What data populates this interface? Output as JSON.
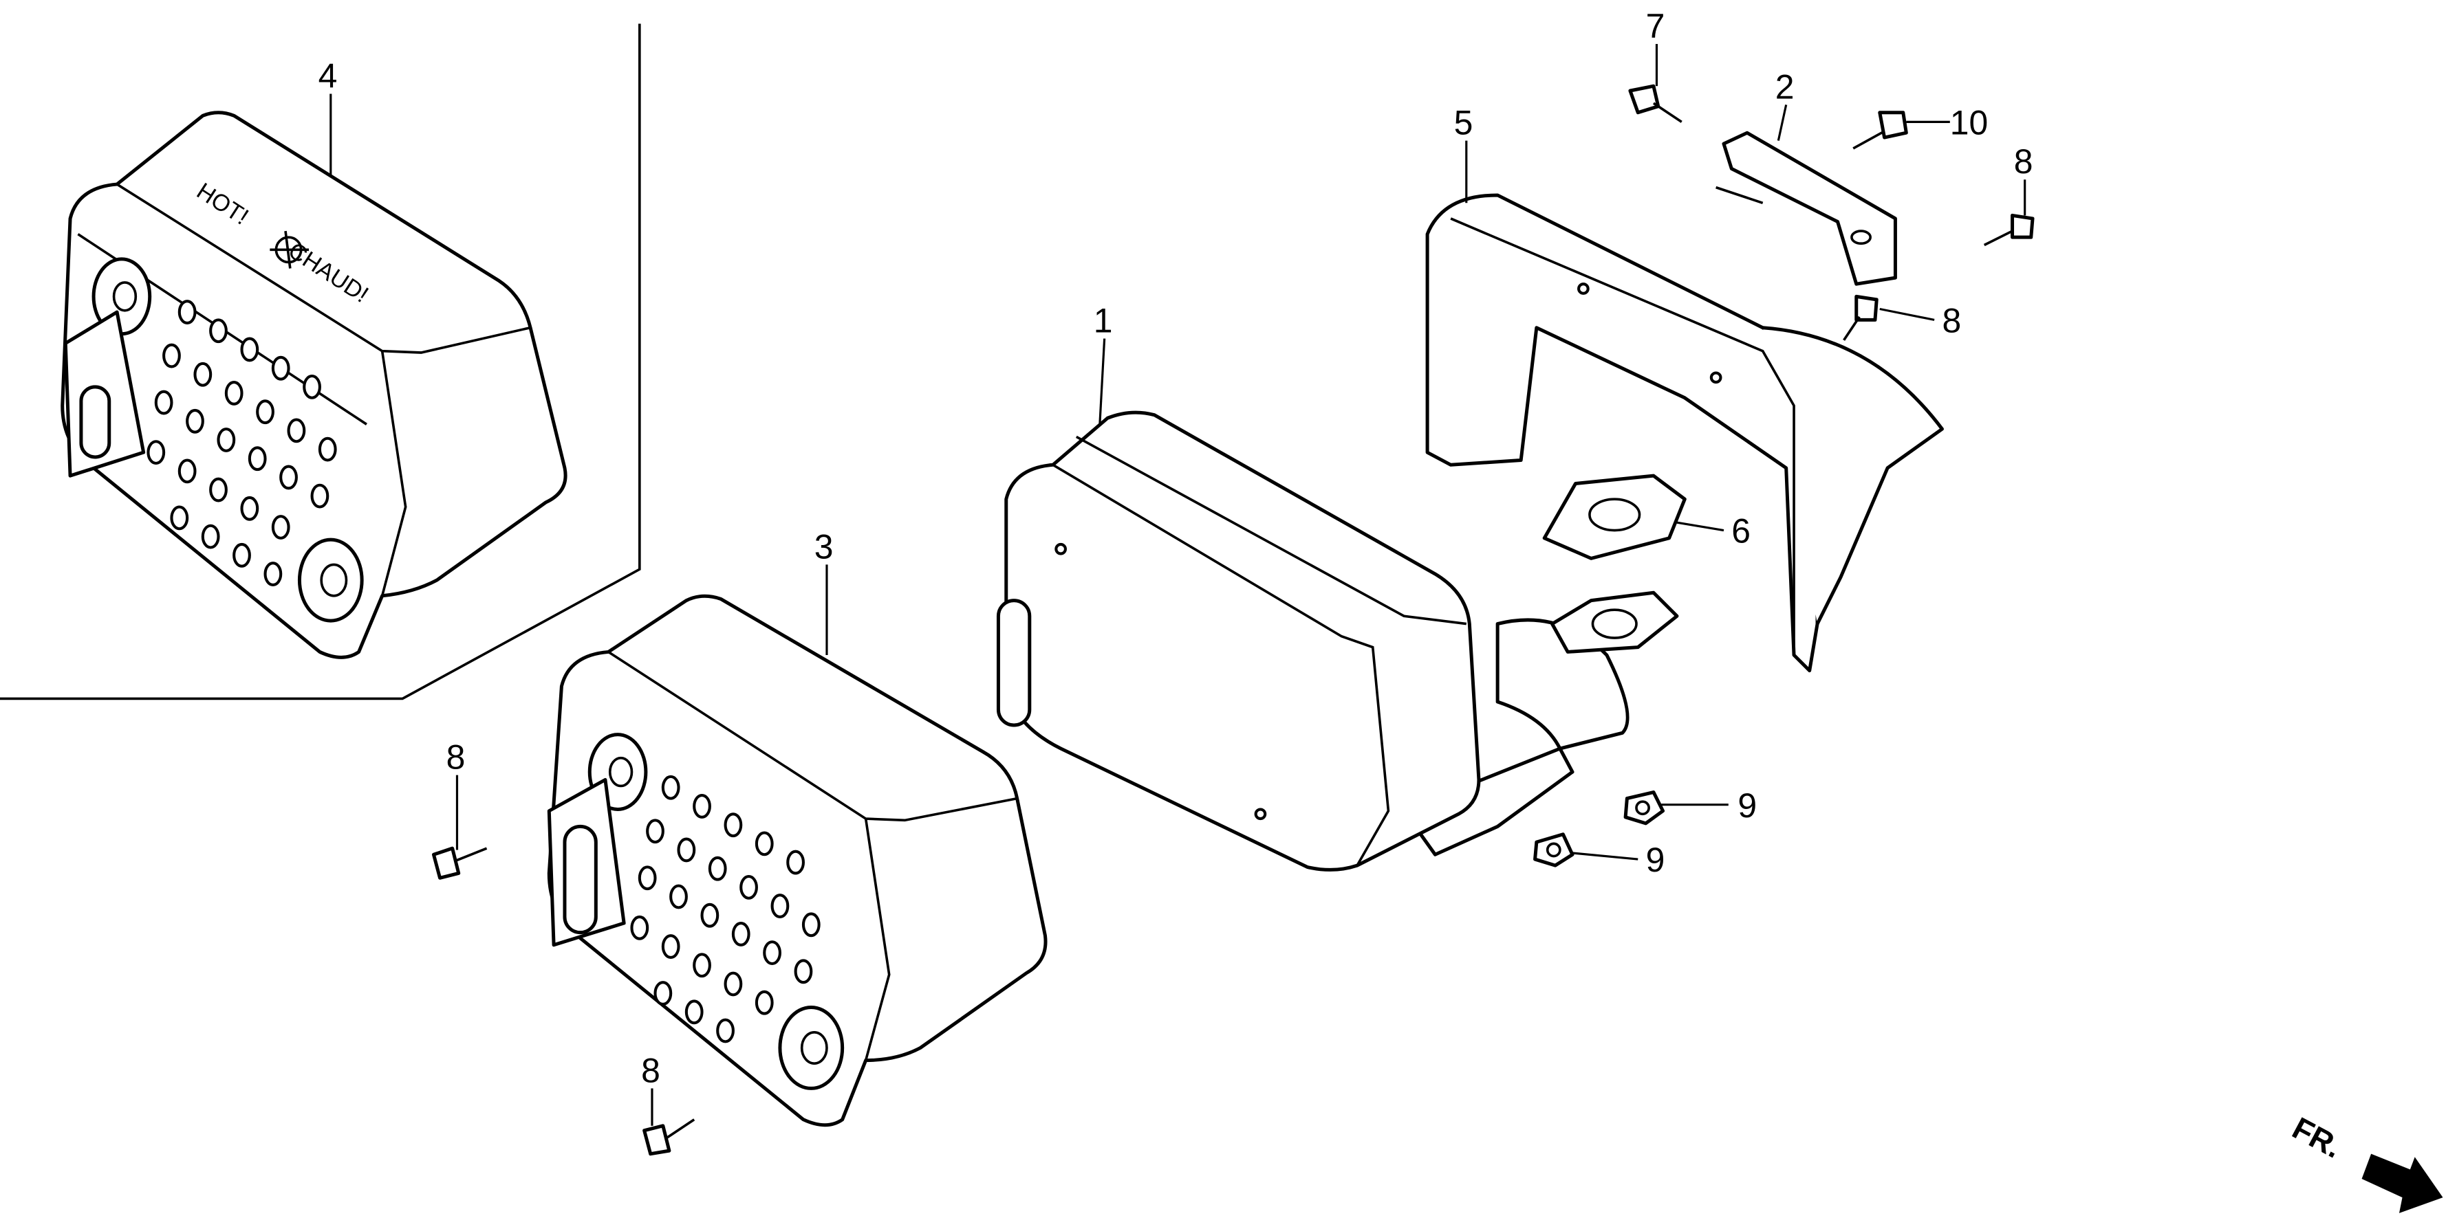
{
  "diagram": {
    "warning_label": {
      "hot": "HOT!",
      "chaud": "CHAUD!"
    },
    "direction_label": "FR.",
    "callouts": {
      "muffler": "1",
      "muffler_stay": "2",
      "muffler_protector": "3",
      "muffler_protector_alt": "4",
      "heat_shield": "5",
      "gasket": "6",
      "bolt_7": "7",
      "bolt_8_top_right": "8",
      "bolt_8_stay": "8",
      "bolt_8_left": "8",
      "bolt_8_bottom": "8",
      "nut_9_upper": "9",
      "nut_9_lower": "9",
      "bolt_10": "10"
    }
  }
}
